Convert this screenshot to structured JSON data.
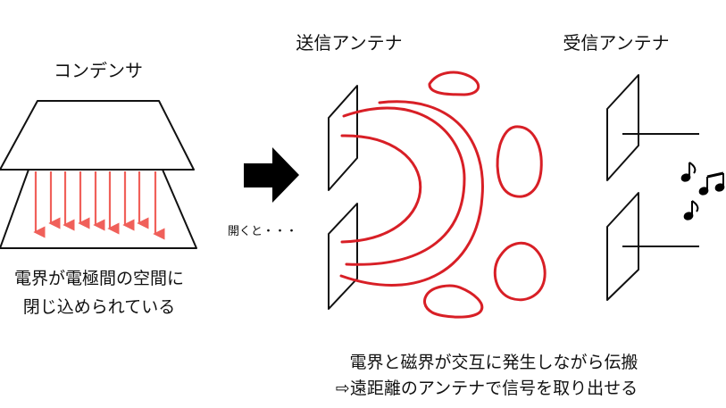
{
  "capacitor": {
    "title": "コンデンサ",
    "caption_line1": "電界が電極間の空間に",
    "caption_line2": "閉じ込められている"
  },
  "transition": {
    "label": "開くと・・・"
  },
  "transmit_antenna": {
    "title": "送信アンテナ"
  },
  "receive_antenna": {
    "title": "受信アンテナ"
  },
  "bottom_caption": {
    "line1": "電界と磁界が交互に発生しながら伝搬",
    "line2": "⇨遠距離のアンテナで信号を取り出せる"
  },
  "icons": {
    "arrow": "right-arrow-icon",
    "music": "music-notes-icon"
  },
  "colors": {
    "field_lines": "#d81f26",
    "capacitor_arrows": "#f0605a",
    "outline": "#111111"
  }
}
